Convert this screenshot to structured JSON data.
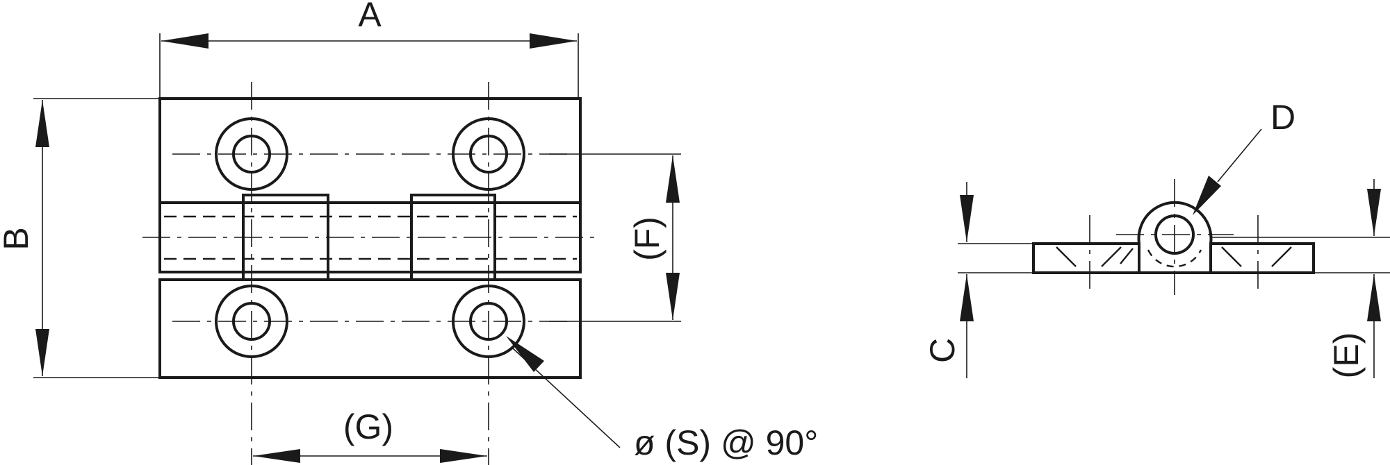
{
  "diagram": {
    "labels": {
      "A": "A",
      "B": "B",
      "C": "C",
      "D": "D",
      "E": "(E)",
      "F": "(F)",
      "G": "(G)",
      "S": "ø (S) @ 90°"
    }
  }
}
